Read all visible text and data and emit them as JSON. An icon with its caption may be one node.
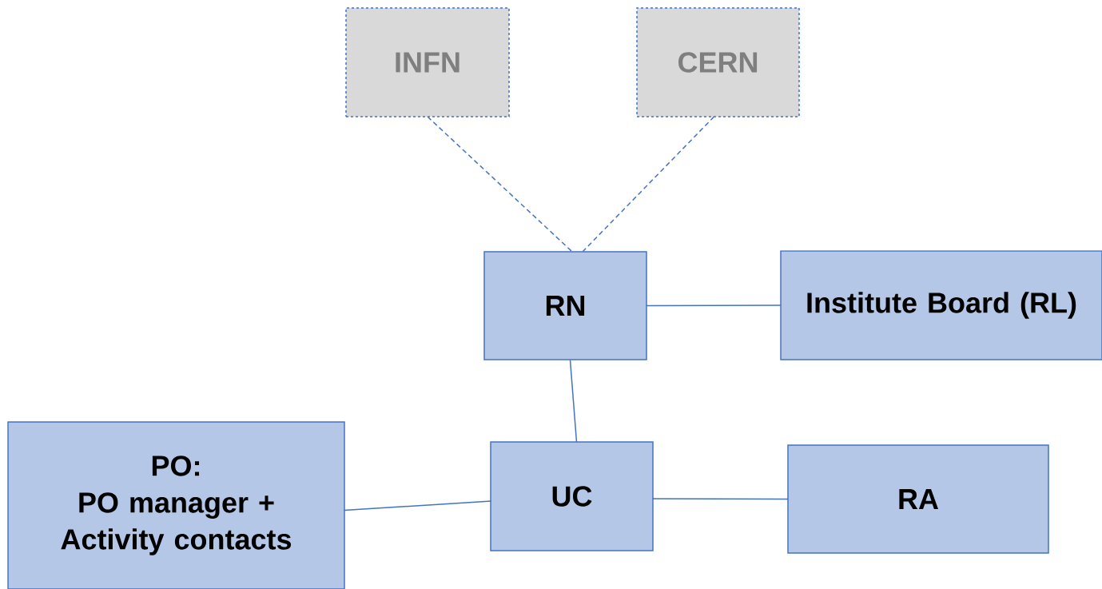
{
  "diagram": {
    "nodes": [
      {
        "text": [
          "INFN"
        ]
      },
      {
        "text": [
          "CERN"
        ]
      },
      {
        "text": [
          "RN"
        ]
      },
      {
        "text": [
          "Institute Board (RL)"
        ]
      },
      {
        "text": [
          "PO:",
          "PO manager + Activity contacts"
        ]
      },
      {
        "text": [
          "UC"
        ]
      },
      {
        "text": [
          "RA"
        ]
      }
    ],
    "edges": [
      {
        "from": 0,
        "to": 2,
        "arrow": "none",
        "style": "dashed"
      },
      {
        "from": 1,
        "to": 2,
        "arrow": "none",
        "style": "dashed"
      },
      {
        "from": 2,
        "to": 3,
        "arrow": "none"
      },
      {
        "from": 2,
        "to": 5,
        "arrow": "none"
      },
      {
        "from": 5,
        "to": 4,
        "arrow": "none"
      },
      {
        "from": 5,
        "to": 6,
        "arrow": "none"
      }
    ]
  }
}
